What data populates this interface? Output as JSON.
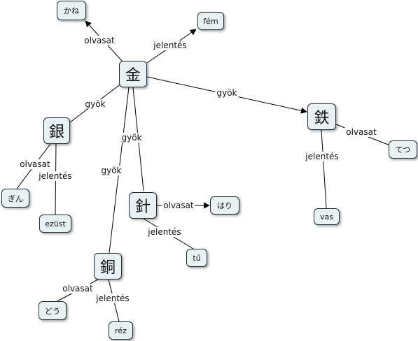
{
  "nodes": {
    "kin": "金",
    "kin_reading": "かね",
    "fem": "fém",
    "gin": "銀",
    "gin_reading": "ぎん",
    "ezust": "ezüst",
    "tetsu": "鉄",
    "tetsu_reading": "てつ",
    "vas": "vas",
    "hari": "針",
    "hari_reading": "はり",
    "tu": "tű",
    "do": "銅",
    "do_reading": "どう",
    "rez": "réz"
  },
  "labels": {
    "kin_olvasat": "olvasat",
    "kin_jelentes": "jelentés",
    "kin_gyok_gin": "gyök",
    "kin_gyok_tetsu": "gyök",
    "kin_gyok_hari": "gyök",
    "kin_gyok_do": "gyök",
    "gin_olvasat": "olvasat",
    "gin_jelentes": "jelentés",
    "tetsu_olvasat": "olvasat",
    "tetsu_jelentes": "jelentés",
    "hari_olvasat": "olvasat",
    "hari_jelentes": "jelentés",
    "do_olvasat": "olvasat",
    "do_jelentes": "jelentés"
  }
}
